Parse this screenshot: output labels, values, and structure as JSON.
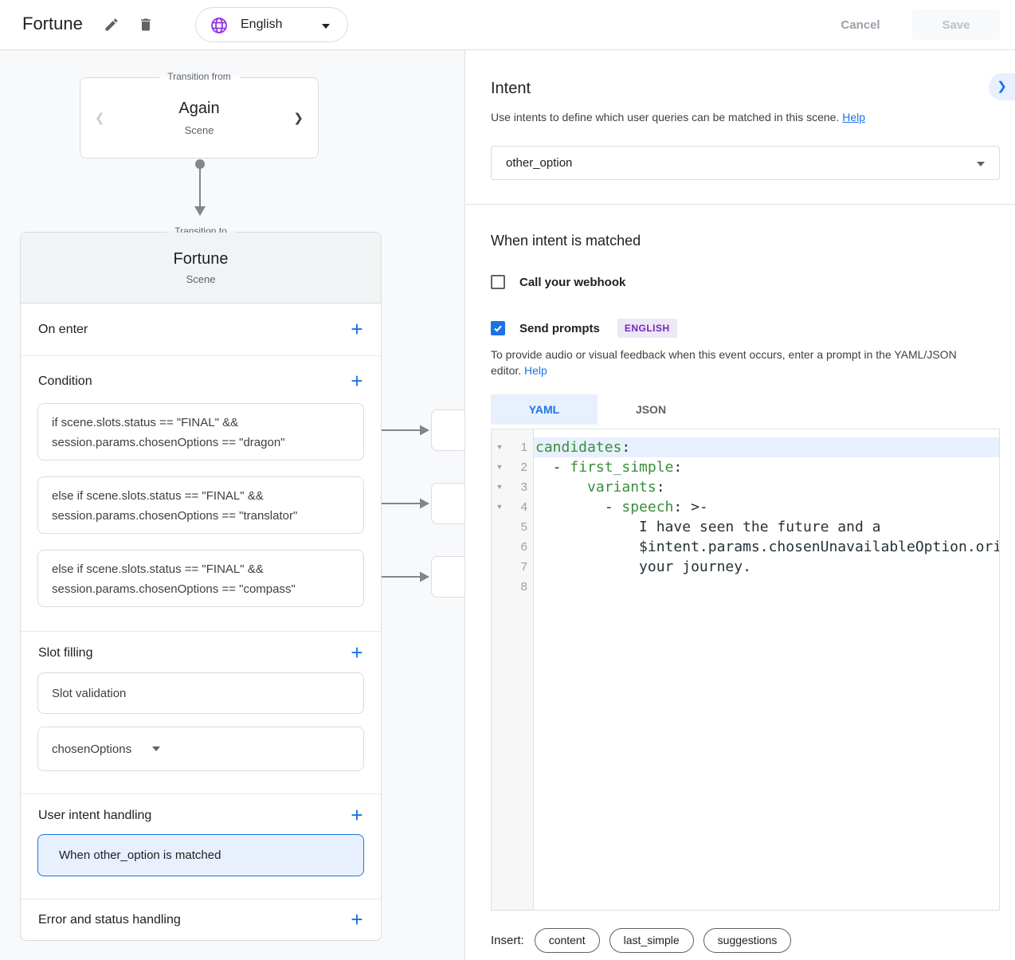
{
  "topbar": {
    "title": "Fortune",
    "language": "English",
    "cancel_label": "Cancel",
    "save_label": "Save"
  },
  "flow": {
    "transition_from": {
      "legend": "Transition from",
      "name": "Again",
      "type": "Scene"
    },
    "transition_to": {
      "legend": "Transition to",
      "name": "Fortune",
      "type": "Scene"
    },
    "on_enter_label": "On enter",
    "condition_label": "Condition",
    "slot_filling_label": "Slot filling",
    "user_intent_label": "User intent handling",
    "error_label": "Error and status handling",
    "conditions": [
      {
        "line1": "if scene.slots.status == \"FINAL\" &&",
        "line2": "session.params.chosenOptions == \"dragon\""
      },
      {
        "line1": "else if scene.slots.status == \"FINAL\" &&",
        "line2": "session.params.chosenOptions == \"translator\""
      },
      {
        "line1": "else if scene.slots.status == \"FINAL\" &&",
        "line2": "session.params.chosenOptions == \"compass\""
      }
    ],
    "slot_validation_label": "Slot validation",
    "slot_name": "chosenOptions",
    "intent_handler_card": "When other_option is matched"
  },
  "intent_panel": {
    "title": "Intent",
    "description": "Use intents to define which user queries can be matched in this scene.",
    "help_label": "Help",
    "selected_intent": "other_option",
    "matched_heading": "When intent is matched",
    "webhook_label": "Call your webhook",
    "send_prompts_label": "Send prompts",
    "language_badge": "ENGLISH",
    "prompt_hint_line1": "To provide audio or visual feedback when this event occurs, enter a prompt in the YAML/JSON",
    "prompt_hint_line2": "editor.",
    "prompt_hint_help": "Help",
    "yaml_tab": "YAML",
    "json_tab": "JSON",
    "insert_label": "Insert:",
    "chips": [
      "content",
      "last_simple",
      "suggestions"
    ]
  },
  "editor": {
    "lines": [
      {
        "n": "1",
        "fold": true,
        "highlight": true,
        "segs": [
          [
            "candidates",
            "k"
          ],
          [
            ":",
            "p"
          ]
        ]
      },
      {
        "n": "2",
        "fold": true,
        "segs": [
          [
            "  - ",
            "p"
          ],
          [
            "first_simple",
            "k"
          ],
          [
            ":",
            "p"
          ]
        ]
      },
      {
        "n": "3",
        "fold": true,
        "segs": [
          [
            "      ",
            "p"
          ],
          [
            "variants",
            "k"
          ],
          [
            ":",
            "p"
          ]
        ]
      },
      {
        "n": "4",
        "fold": true,
        "segs": [
          [
            "        - ",
            "p"
          ],
          [
            "speech",
            "k"
          ],
          [
            ": >-",
            "p"
          ]
        ]
      },
      {
        "n": "5",
        "segs": [
          [
            "            I have seen the future and a",
            "p"
          ]
        ]
      },
      {
        "n": "6",
        "segs": [
          [
            "            $intent.params.chosenUnavailableOption.orig",
            "p"
          ]
        ]
      },
      {
        "n": "7",
        "segs": [
          [
            "            your journey.",
            "p"
          ]
        ]
      },
      {
        "n": "8",
        "segs": []
      }
    ]
  },
  "colors": {
    "accent_blue": "#1a73e8",
    "selection_bg": "#e8f0fe",
    "yaml_key_green": "#388e3c",
    "badge_purple_text": "#7627bb",
    "badge_purple_bg": "#ede7f6",
    "globe_purple": "#9334e6"
  }
}
